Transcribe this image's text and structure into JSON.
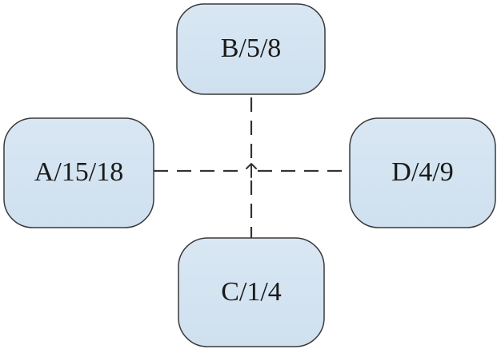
{
  "diagram": {
    "node_fill": "#cfe0ef",
    "node_stroke": "#3a3a3a",
    "nodes": {
      "top": {
        "label": "B/5/8"
      },
      "left": {
        "label": "A/15/18"
      },
      "right": {
        "label": "D/4/9"
      },
      "bottom": {
        "label": "C/1/4"
      }
    },
    "connector_style": "dashed",
    "center_marker": "up-arrow-icon"
  }
}
